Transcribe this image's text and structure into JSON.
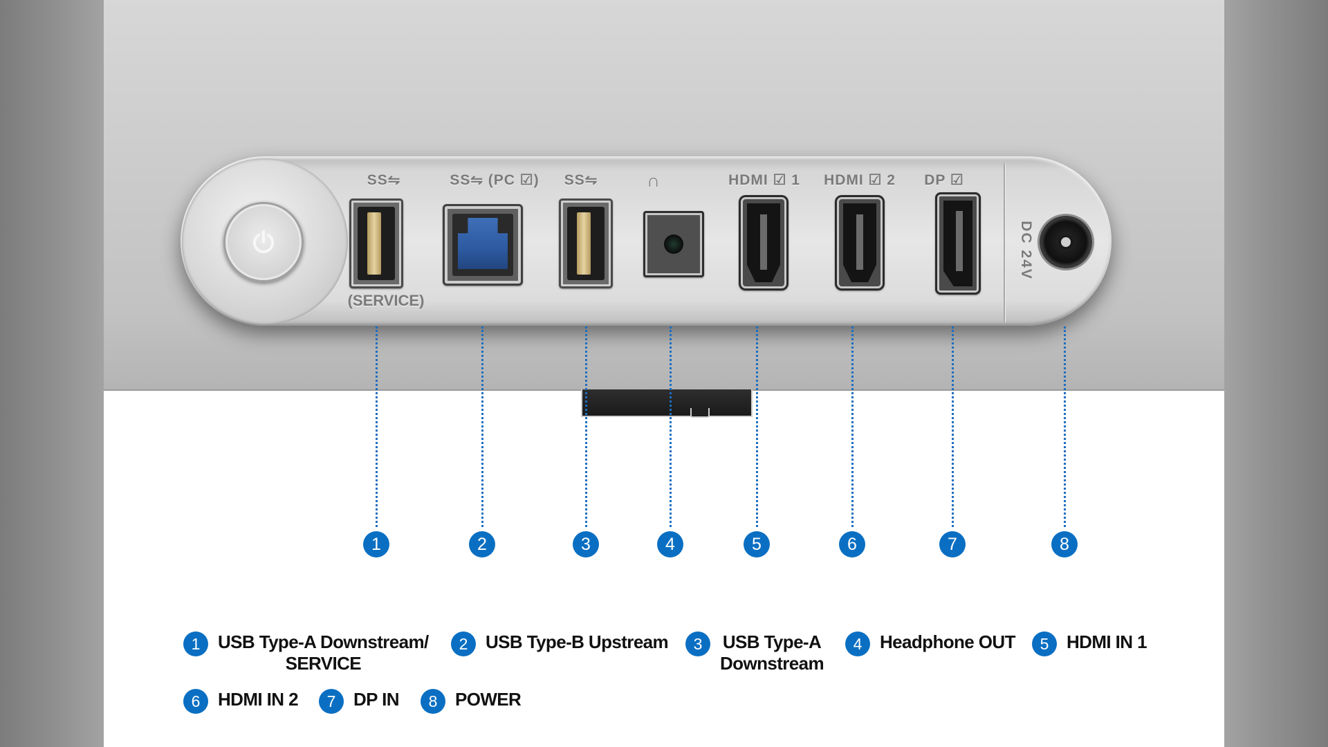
{
  "diagram": {
    "port_labels": {
      "usb_a_service_top": "SS⇋",
      "service": "(SERVICE)",
      "usb_b": "SS⇋ (PC ☑)",
      "usb_a_downstream": "SS⇋",
      "headphone": "∩",
      "hdmi1": "HDMI ☑ 1",
      "hdmi2": "HDMI ☑ 2",
      "dp": "DP ☑",
      "dc": "DC 24V"
    },
    "callouts": [
      "1",
      "2",
      "3",
      "4",
      "5",
      "6",
      "7",
      "8"
    ],
    "legend": [
      {
        "num": "1",
        "text": "USB Type-A Downstream/\nSERVICE"
      },
      {
        "num": "2",
        "text": "USB Type-B Upstream"
      },
      {
        "num": "3",
        "text": "USB Type-A\nDownstream"
      },
      {
        "num": "4",
        "text": "Headphone OUT"
      },
      {
        "num": "5",
        "text": "HDMI IN 1"
      },
      {
        "num": "6",
        "text": "HDMI IN 2"
      },
      {
        "num": "7",
        "text": "DP IN"
      },
      {
        "num": "8",
        "text": "POWER"
      }
    ],
    "colors": {
      "callout": "#0a6fc2",
      "leader": "#1c6ec2"
    },
    "icons": [
      "power-icon"
    ]
  }
}
